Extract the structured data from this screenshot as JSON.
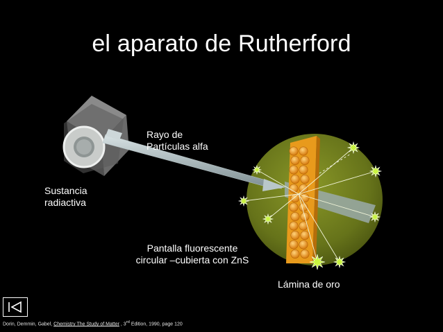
{
  "slide": {
    "title": "el aparato de Rutherford",
    "labels": {
      "ray_line1": "Rayo de",
      "ray_line2": "Partículas alfa",
      "source_line1": "Sustancia",
      "source_line2": "radiactiva",
      "screen_line1": "Pantalla fluorescente",
      "screen_line2": "circular –cubierta con ZnS",
      "foil": "Lámina de oro"
    },
    "citation": {
      "authors": "Dorin, Demmin, Gabel,",
      "book": "Chemistry The Study of Matter",
      "edition_pre": " , 3",
      "edition_sup": "rd",
      "edition_post": " Edition, 1990, page 120"
    },
    "nav": {
      "back_icon": "first-slide-icon"
    }
  },
  "colors": {
    "background": "#000000",
    "screen": "#6e7a1e",
    "foil": "#e89a1c",
    "beam": "#9fb0b2",
    "flash": "#c9f540"
  }
}
